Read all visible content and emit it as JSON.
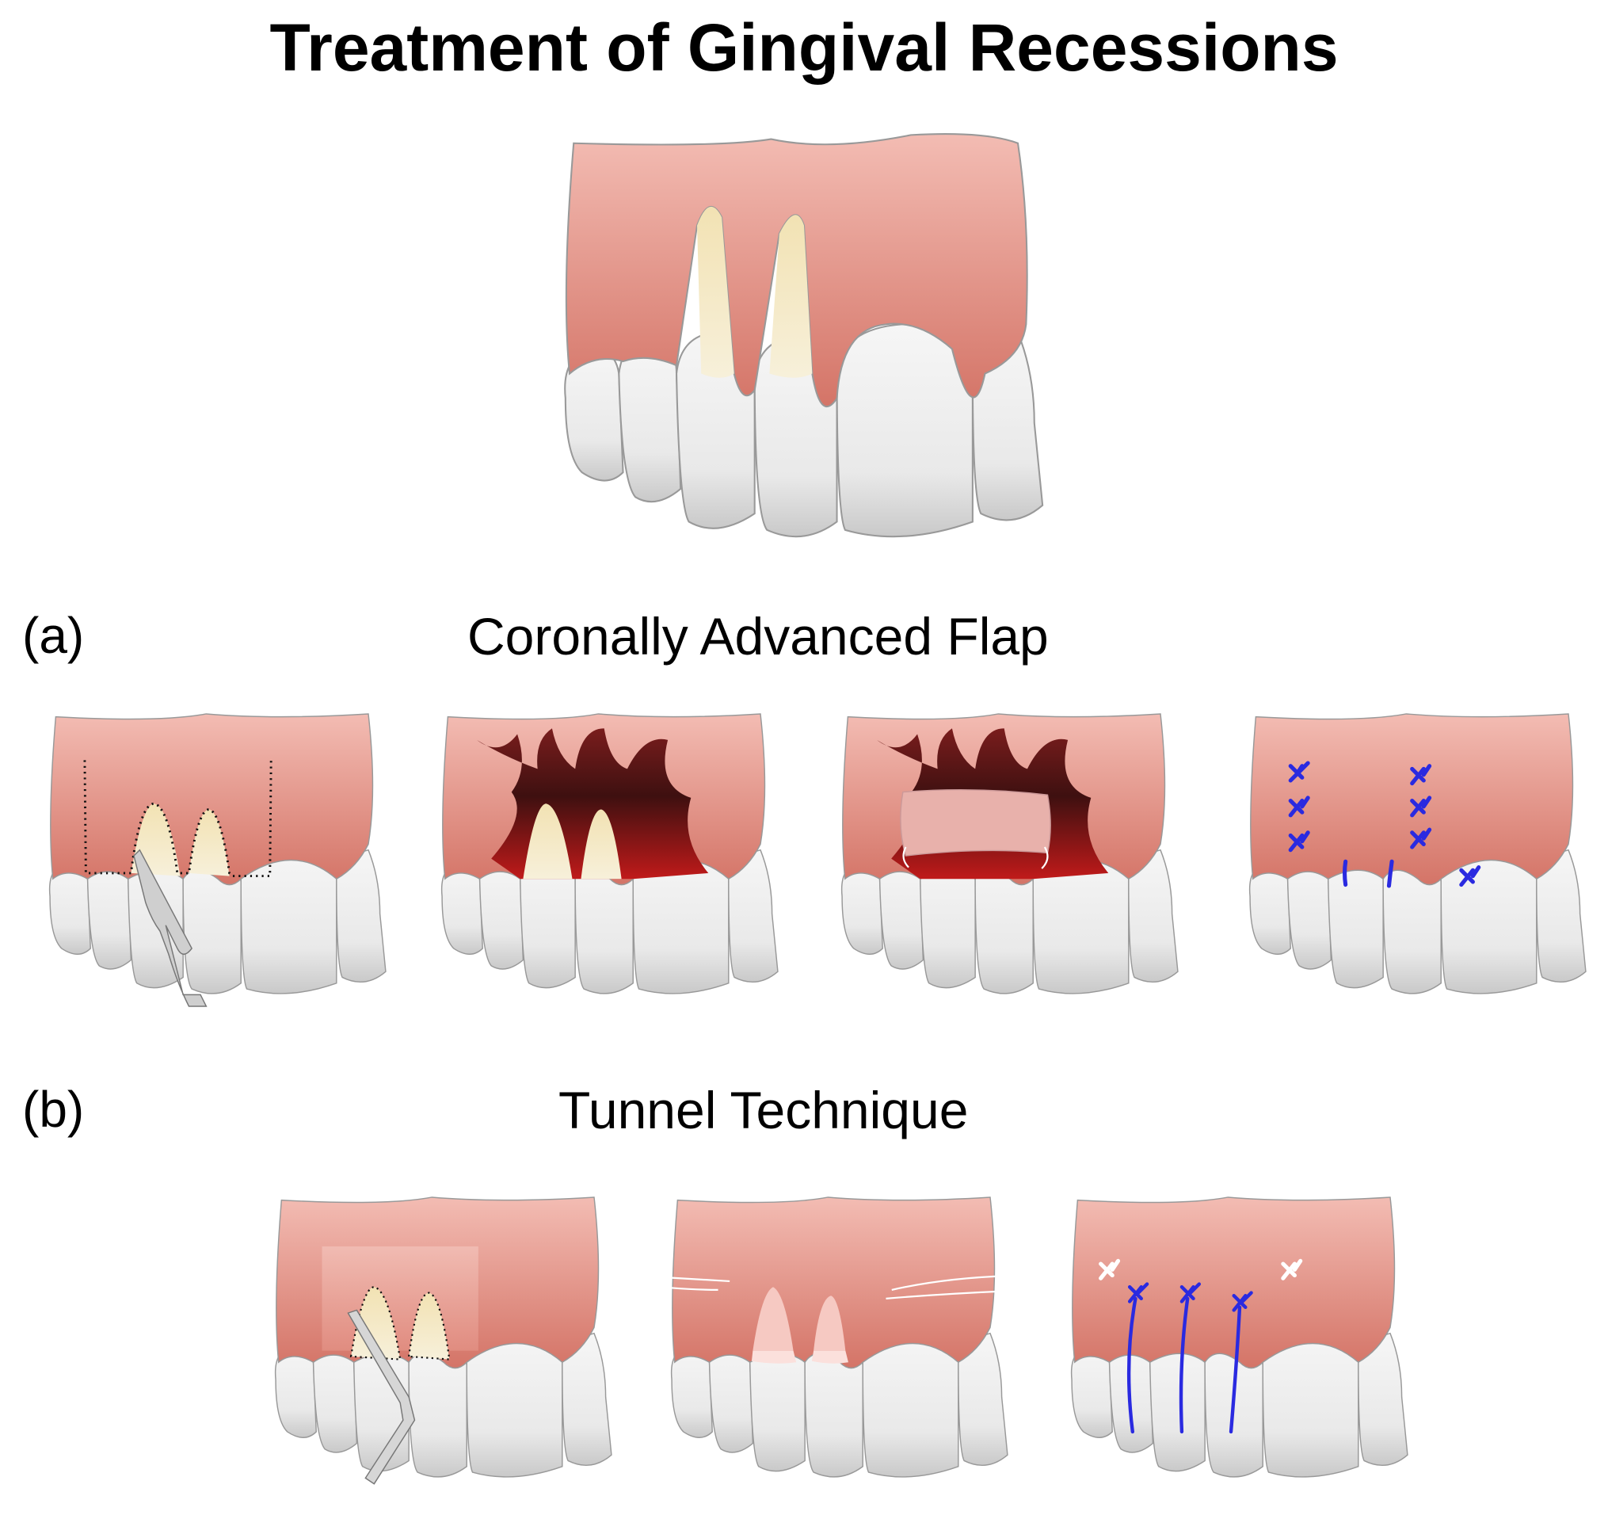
{
  "figure": {
    "title": "Treatment of Gingival Recessions"
  },
  "section_a": {
    "label": "(a)",
    "title": "Coronally Advanced Flap"
  },
  "section_b": {
    "label": "(b)",
    "title": "Tunnel Technique"
  },
  "colors": {
    "gingiva_top": "#f2b8ae",
    "gingiva_bottom": "#d9786c",
    "flap_dark": "#4a1414",
    "flap_red": "#b01a1a",
    "tooth": "#eeeeee",
    "root": "#f3e6b6",
    "suture": "#2a2ae0",
    "instrument": "#d0d0d0"
  }
}
